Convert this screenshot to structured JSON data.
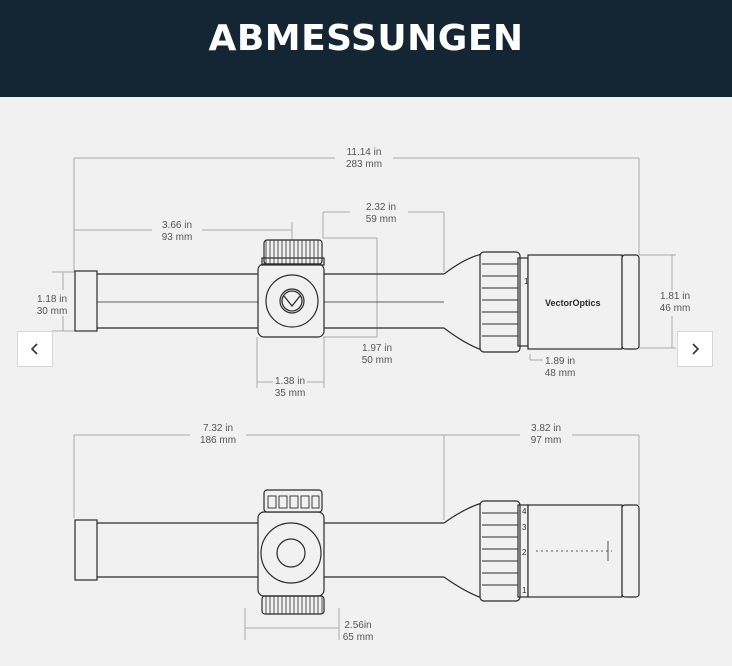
{
  "header": {
    "title": "ABMESSUNGEN"
  },
  "brand": {
    "logo_text": "VectorOptics"
  },
  "colors": {
    "header_bg": "#142634",
    "page_bg": "#f1f1f1",
    "line": "#2b2b2b",
    "dim_line": "#aaaaaa",
    "dim_text": "#555555"
  },
  "dimensions": {
    "overall_length": {
      "in": "11.14 in",
      "mm": "283 mm"
    },
    "front_tube_length": {
      "in": "3.66 in",
      "mm": "93 mm"
    },
    "turret_to_bell": {
      "in": "2.32 in",
      "mm": "59 mm"
    },
    "tube_diameter": {
      "in": "1.18 in",
      "mm": "30 mm"
    },
    "turret_height": {
      "in": "1.97 in",
      "mm": "50 mm"
    },
    "turret_width": {
      "in": "1.38 in",
      "mm": "35 mm"
    },
    "eyepiece_diameter": {
      "in": "1.89 in",
      "mm": "48 mm"
    },
    "objective_diameter": {
      "in": "1.81 in",
      "mm": "46 mm"
    },
    "front_to_ring": {
      "in": "7.32 in",
      "mm": "186 mm"
    },
    "eyepiece_length": {
      "in": "3.82 in",
      "mm": "97 mm"
    },
    "saddle_width": {
      "in": "2.56in",
      "mm": "65 mm"
    }
  },
  "magnification_marks": [
    "1",
    "2",
    "3",
    "4"
  ],
  "navigation": {
    "prev_icon": "chevron-left-icon",
    "next_icon": "chevron-right-icon"
  }
}
